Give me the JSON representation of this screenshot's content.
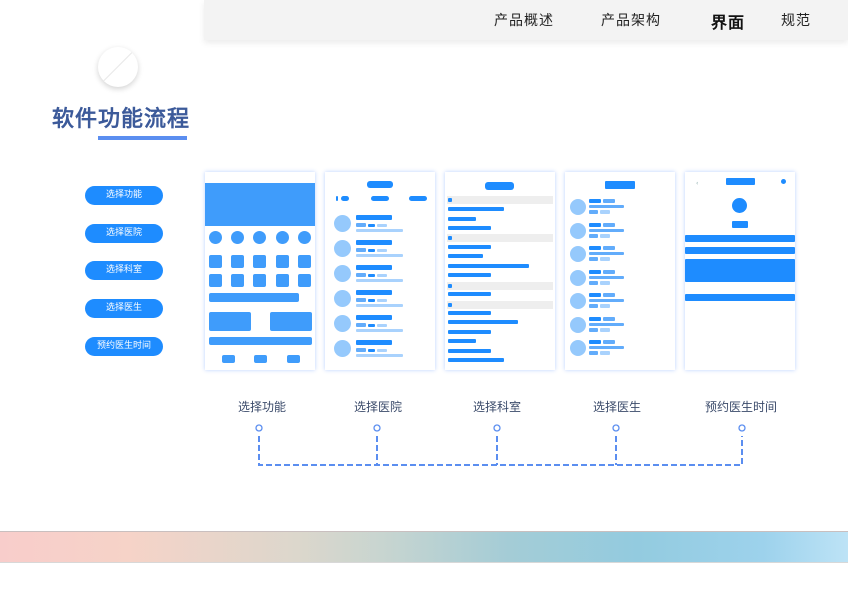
{
  "nav": {
    "items": [
      {
        "label": "产品概述",
        "active": false
      },
      {
        "label": "产品架构",
        "active": false
      },
      {
        "label": "界面",
        "active": true
      },
      {
        "label": "规范",
        "active": false
      }
    ]
  },
  "page": {
    "title": "软件功能流程"
  },
  "sidebar_steps": [
    {
      "label": "选择功能"
    },
    {
      "label": "选择医院"
    },
    {
      "label": "选择科室"
    },
    {
      "label": "选择医生"
    },
    {
      "label": "预约医生时间"
    }
  ],
  "flow_labels": [
    {
      "label": "选择功能"
    },
    {
      "label": "选择医院"
    },
    {
      "label": "选择科室"
    },
    {
      "label": "选择医生"
    },
    {
      "label": "预约医生时间"
    }
  ],
  "colors": {
    "accent": "#1e8cff",
    "title": "#3c5a9a",
    "connector": "#5b8ef0"
  }
}
